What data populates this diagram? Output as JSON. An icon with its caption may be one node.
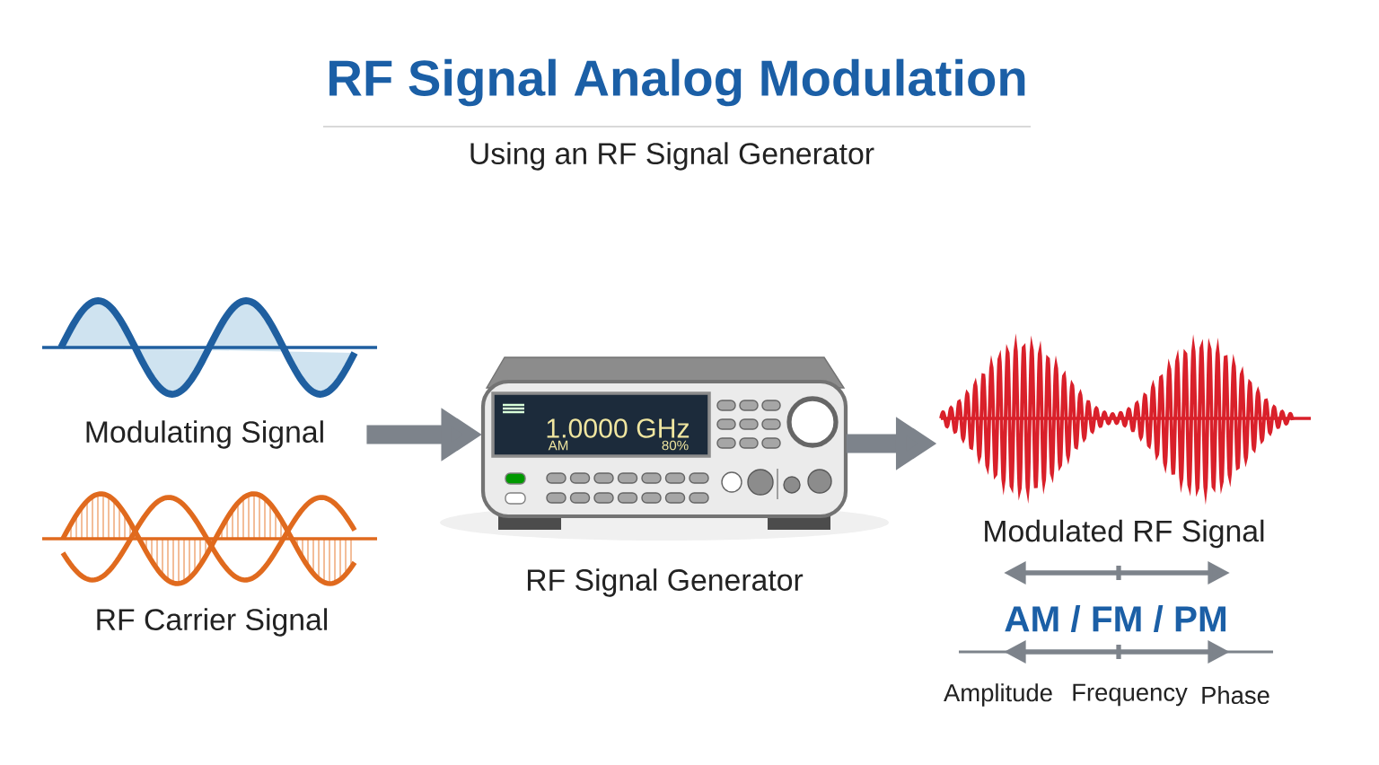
{
  "diagram": {
    "title": "RF Signal Analog Modulation",
    "nodes": [
      {
        "text": [
          "Modulating Signal"
        ]
      },
      {
        "text": [
          "RF Carrier Signal"
        ]
      },
      {
        "text": [
          "RF Signal Generator"
        ]
      },
      {
        "text": [
          "Modulated RF Signal"
        ]
      }
    ],
    "edges": [
      {
        "from": 0,
        "to": 2,
        "arrow": "to"
      },
      {
        "from": 2,
        "to": 3,
        "arrow": "to"
      }
    ],
    "labels": [
      "Using an RF Signal Generator",
      "1.0000 GHz",
      "AM",
      "80%",
      "AM / FM / PM",
      "Amplitude",
      "Frequency",
      "Phase"
    ]
  }
}
